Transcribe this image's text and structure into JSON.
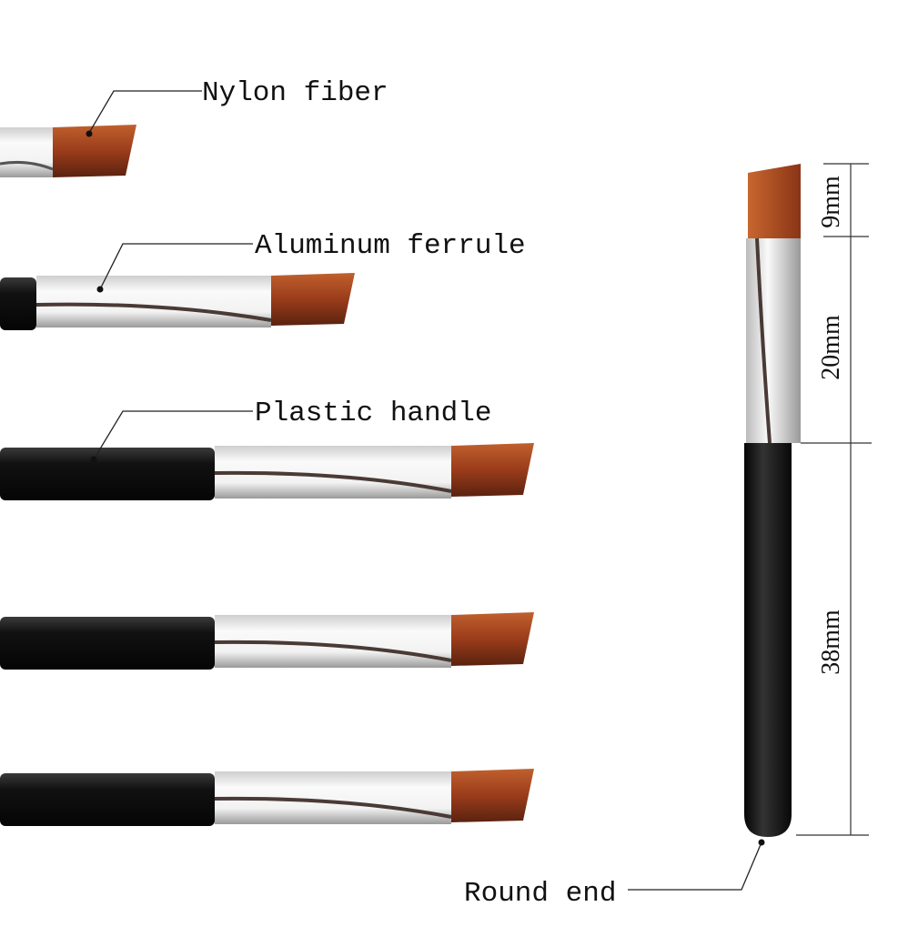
{
  "labels": {
    "nylon_fiber": "Nylon fiber",
    "aluminum_ferrule": "Aluminum ferrule",
    "plastic_handle": "Plastic handle",
    "round_end": "Round end"
  },
  "dimensions": {
    "bristle": "9mm",
    "ferrule": "20mm",
    "handle": "38mm"
  },
  "colors": {
    "bristle": "#a0401c",
    "handle": "#141414",
    "ferrule": "#e6e6e6"
  }
}
